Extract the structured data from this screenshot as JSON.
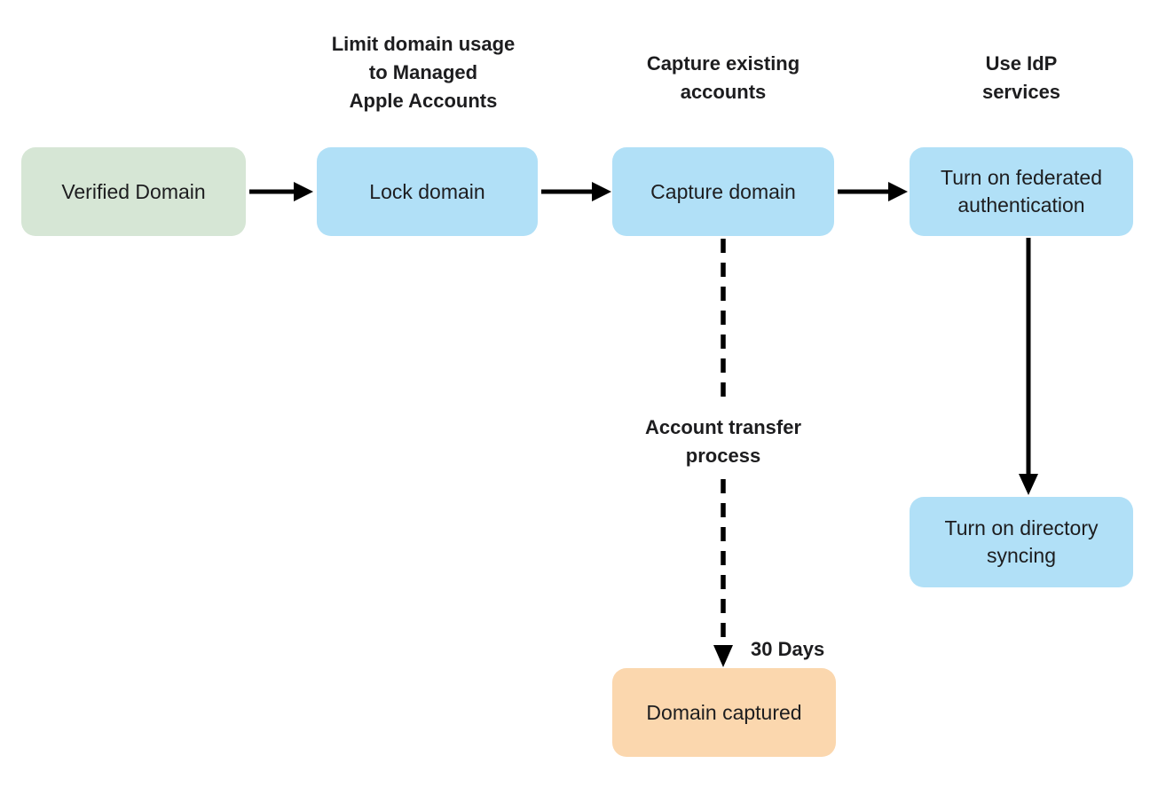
{
  "nodes": {
    "verified_domain": {
      "label": "Verified Domain",
      "color": "#d6e6d5"
    },
    "lock_domain": {
      "label": "Lock domain",
      "color": "#b1e0f7"
    },
    "capture_domain": {
      "label": "Capture domain",
      "color": "#b1e0f7"
    },
    "federated_auth": {
      "label": "Turn on federated authentication",
      "color": "#b1e0f7"
    },
    "directory_syncing": {
      "label": "Turn on directory syncing",
      "color": "#b1e0f7"
    },
    "domain_captured": {
      "label": "Domain captured",
      "color": "#fbd7ae"
    }
  },
  "notes": {
    "lock": {
      "lines": [
        "Limit domain usage",
        "to Managed",
        "Apple Accounts"
      ]
    },
    "capture": {
      "lines": [
        "Capture existing",
        "accounts"
      ]
    },
    "idp": {
      "lines": [
        "Use IdP",
        "services"
      ]
    },
    "transfer": {
      "lines": [
        "Account transfer",
        "process"
      ]
    }
  },
  "labels": {
    "thirty_days": "30 Days"
  },
  "colors": {
    "arrow": "#000000",
    "text": "#1d1d1f",
    "background": "#ffffff"
  }
}
